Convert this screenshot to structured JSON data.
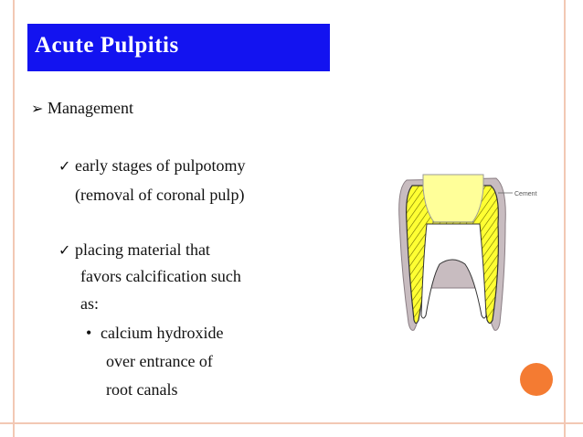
{
  "slide": {
    "title": "Acute Pulpitis",
    "heading": "Management",
    "items": [
      {
        "lines": [
          "early stages of pulpotomy",
          "(removal of coronal pulp)"
        ]
      },
      {
        "lines": [
          "placing material that",
          "favors calcification such",
          "as:"
        ]
      }
    ],
    "subitem": {
      "lines": [
        "calcium hydroxide",
        "over entrance of",
        "root canals"
      ]
    }
  },
  "figure": {
    "label": "Cement",
    "icon": "tooth-cross-section"
  },
  "colors": {
    "title_bg": "#1313f0",
    "title_text": "#ffffff",
    "accent_dot": "#f47b32",
    "frame": "#f2c8b4",
    "dentin": "#ffff33",
    "pulp_crown": "#ffff99",
    "cement": "#c8bcc0"
  },
  "glyphs": {
    "arrow_bullet": "➢",
    "check_bullet": "✓",
    "dot_bullet": "•"
  }
}
